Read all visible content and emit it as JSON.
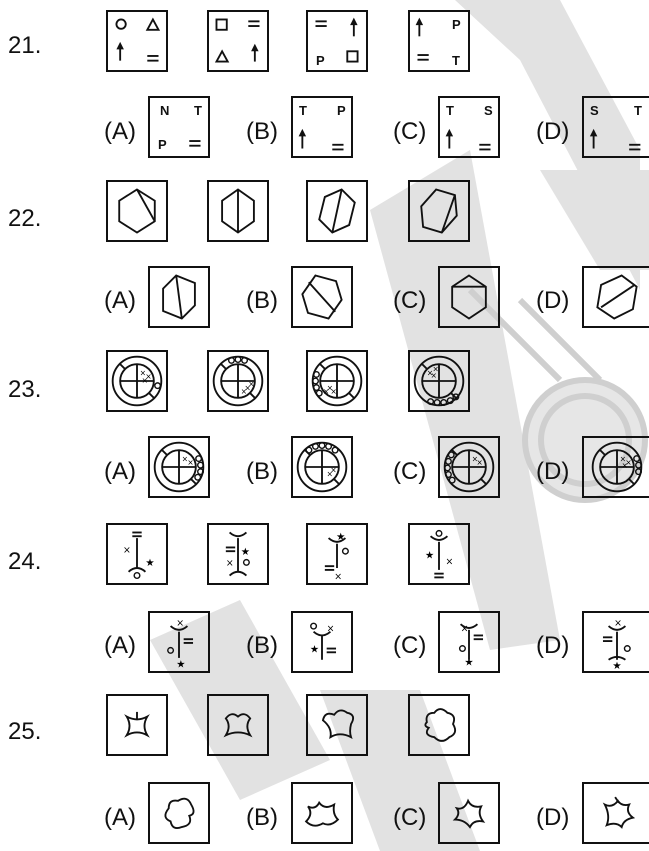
{
  "questions": [
    {
      "number": "21.",
      "option_labels": [
        "(A)",
        "(B)",
        "(C)",
        "(D)"
      ],
      "problem_letters": [
        [
          "P"
        ],
        [
          "P",
          "T"
        ]
      ],
      "option_letters": [
        [
          "N",
          "T",
          "P"
        ],
        [
          "T",
          "P"
        ],
        [
          "T",
          "S"
        ],
        [
          "S",
          "T"
        ]
      ]
    },
    {
      "number": "22.",
      "option_labels": [
        "(A)",
        "(B)",
        "(C)",
        "(D)"
      ]
    },
    {
      "number": "23.",
      "option_labels": [
        "(A)",
        "(B)",
        "(C)",
        "(D)"
      ]
    },
    {
      "number": "24.",
      "option_labels": [
        "(A)",
        "(B)",
        "(C)",
        "(D)"
      ]
    },
    {
      "number": "25.",
      "option_labels": [
        "(A)",
        "(B)",
        "(C)",
        "(D)"
      ]
    }
  ],
  "figure_elements": {
    "q21": [
      "circle",
      "triangle",
      "square",
      "arrow",
      "equals"
    ],
    "q22": [
      "hexagon",
      "diagonal-line"
    ],
    "q23": [
      "ring",
      "cross",
      "small-circles",
      "crosses"
    ],
    "q24": [
      "star",
      "cross-mark",
      "circle",
      "equals",
      "arc"
    ],
    "q25": [
      "cloud-shape"
    ]
  },
  "colors": {
    "ink": "#111111",
    "watermark": "#d9d9d9"
  }
}
